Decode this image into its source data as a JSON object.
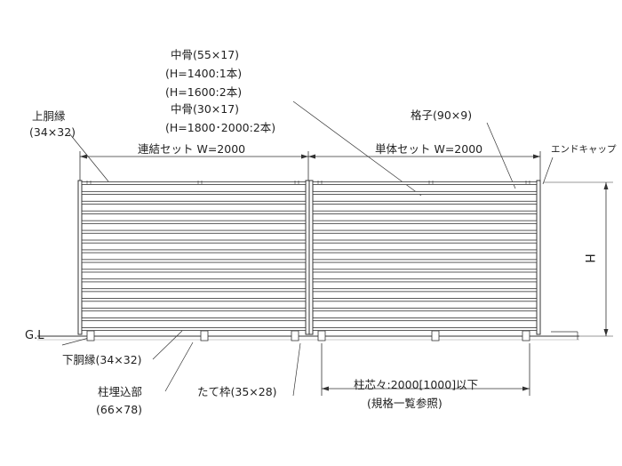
{
  "labels": {
    "middle_frame_55": "中骨(55×17)",
    "middle_frame_55_h1400": "(H=1400:1本)",
    "middle_frame_55_h1600": "(H=1600:2本)",
    "middle_frame_30": "中骨(30×17)",
    "middle_frame_30_h": "(H=1800･2000:2本)",
    "upper_rail": "上胴縁",
    "upper_rail_size": "(34×32)",
    "lattice": "格子(90×9)",
    "connected_set": "連結セット W=2000",
    "single_set": "単体セット W=2000",
    "end_cap": "エンドキャップ",
    "height": "H",
    "ground_level": "G.L",
    "lower_rail": "下胴縁(34×32)",
    "post_embed": "柱埋込部",
    "post_embed_size": "(66×78)",
    "vertical_frame": "たて枠(35×28)",
    "post_pitch": "柱芯々:2000[1000]以下",
    "post_pitch_note": "(規格一覧参照)"
  },
  "colors": {
    "line": "#333333",
    "slat_fill": "#ffffff",
    "background": "#ffffff"
  },
  "slat_count": 16
}
